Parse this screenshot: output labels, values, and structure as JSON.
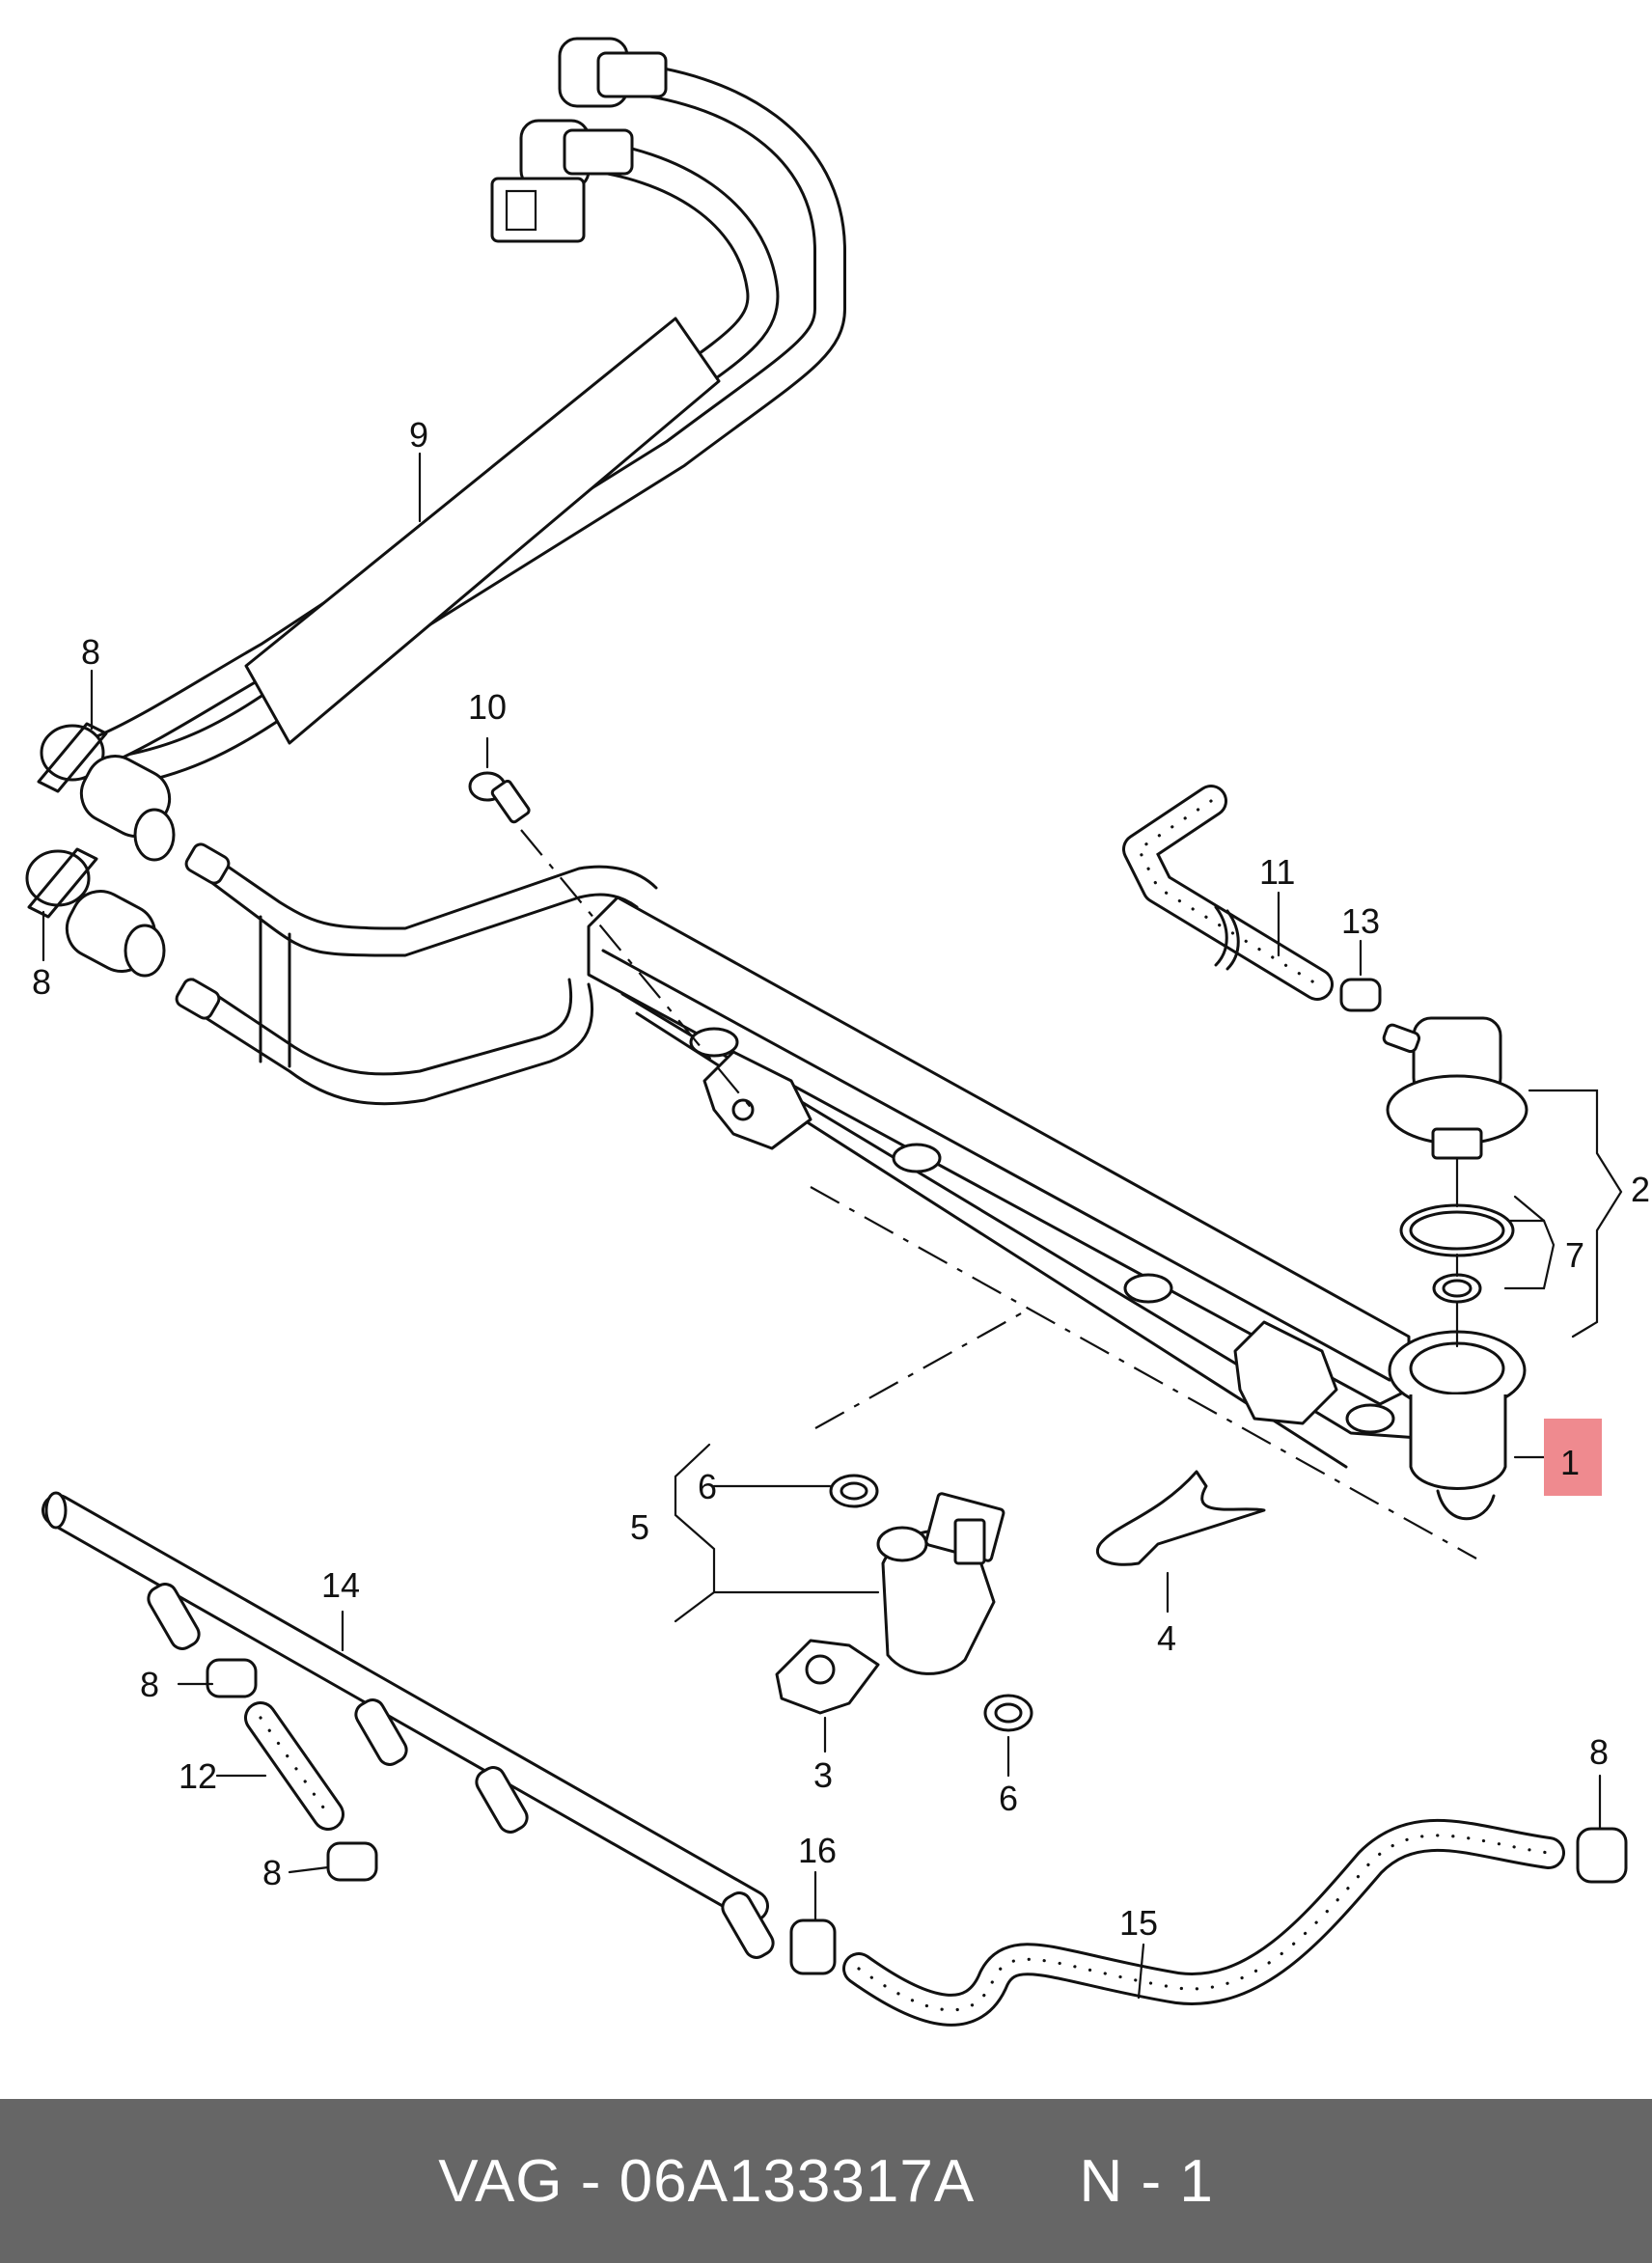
{
  "callouts": [
    {
      "id": "c1",
      "label": "1"
    },
    {
      "id": "c2",
      "label": "2"
    },
    {
      "id": "c3",
      "label": "3"
    },
    {
      "id": "c4",
      "label": "4"
    },
    {
      "id": "c5",
      "label": "5"
    },
    {
      "id": "c6a",
      "label": "6"
    },
    {
      "id": "c6b",
      "label": "6"
    },
    {
      "id": "c7",
      "label": "7"
    },
    {
      "id": "c8a",
      "label": "8"
    },
    {
      "id": "c8b",
      "label": "8"
    },
    {
      "id": "c8c",
      "label": "8"
    },
    {
      "id": "c8d",
      "label": "8"
    },
    {
      "id": "c8e",
      "label": "8"
    },
    {
      "id": "c9",
      "label": "9"
    },
    {
      "id": "c10",
      "label": "10"
    },
    {
      "id": "c11",
      "label": "11"
    },
    {
      "id": "c12",
      "label": "12"
    },
    {
      "id": "c13",
      "label": "13"
    },
    {
      "id": "c14",
      "label": "14"
    },
    {
      "id": "c15",
      "label": "15"
    },
    {
      "id": "c16",
      "label": "16"
    }
  ],
  "highlight": {
    "label": "1",
    "color": "#ef8a8f"
  },
  "footer": {
    "brand": "VAG",
    "separator": "-",
    "part_number": "06A133317A",
    "page_ref": "N - 1",
    "background": "#666666"
  }
}
